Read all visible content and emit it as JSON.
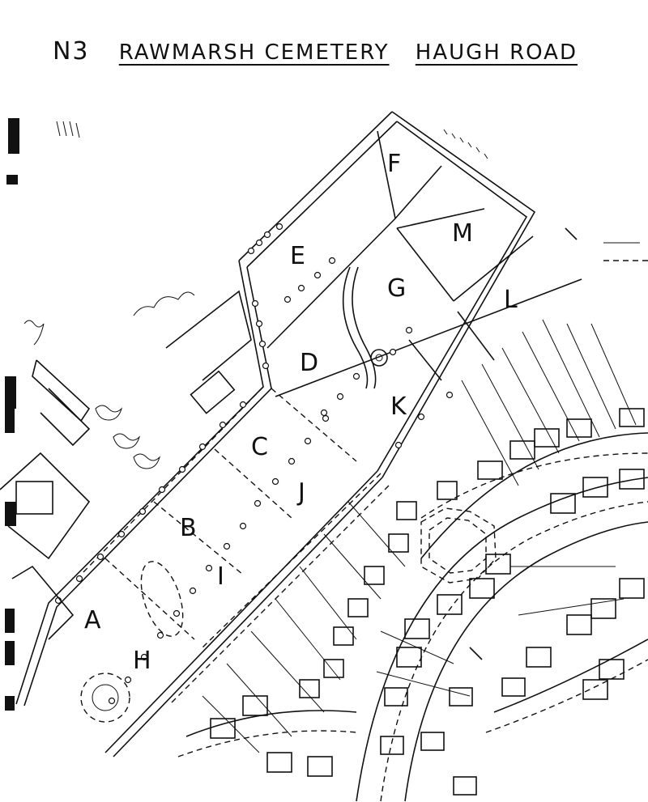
{
  "map": {
    "sheet_label": "N3",
    "title_part1": "RAWMARSH CEMETERY",
    "title_part2": "HAUGH ROAD"
  },
  "sections": {
    "A": "A",
    "B": "B",
    "C": "C",
    "D": "D",
    "E": "E",
    "F": "F",
    "G": "G",
    "H": "H",
    "I": "I",
    "J": "J",
    "K": "K",
    "L": "L",
    "M": "M"
  },
  "colors": {
    "ink": "#111111",
    "paper": "#ffffff"
  }
}
